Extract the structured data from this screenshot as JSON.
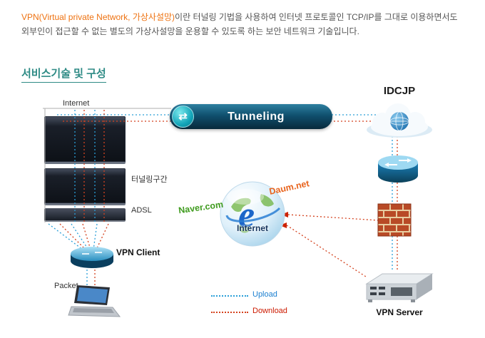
{
  "intro": {
    "highlight": "VPN(Virtual private Network, 가상사설망)",
    "body": "이란 터널링 기법을 사용하여 인터넷 프로토콜인 TCP/IP를 그대로 이용하면서도 외부인이 접근할 수 없는 별도의 가상사설망을 운용할 수 있도록 하는 보안 네트워크 기술입니다."
  },
  "section": {
    "title": "서비스기술 및 구성"
  },
  "diagram": {
    "labels": {
      "internet_line": "Internet",
      "tunneling": "Tunneling",
      "idcjp": "IDCJP",
      "tunnel_section": "터널링구간",
      "adsl": "ADSL",
      "vpn_client": "VPN Client",
      "packet": "Packet",
      "naver": "Naver.com",
      "daum": "Daum.net",
      "internet_globe": "Internet",
      "vpn_server": "VPN Server"
    },
    "legend": {
      "upload": "Upload",
      "download": "Download"
    },
    "colors": {
      "upload_line": "#2a9fd8",
      "download_line": "#d4421e",
      "section_accent": "#2e8b85",
      "intro_highlight": "#ee7211"
    }
  }
}
